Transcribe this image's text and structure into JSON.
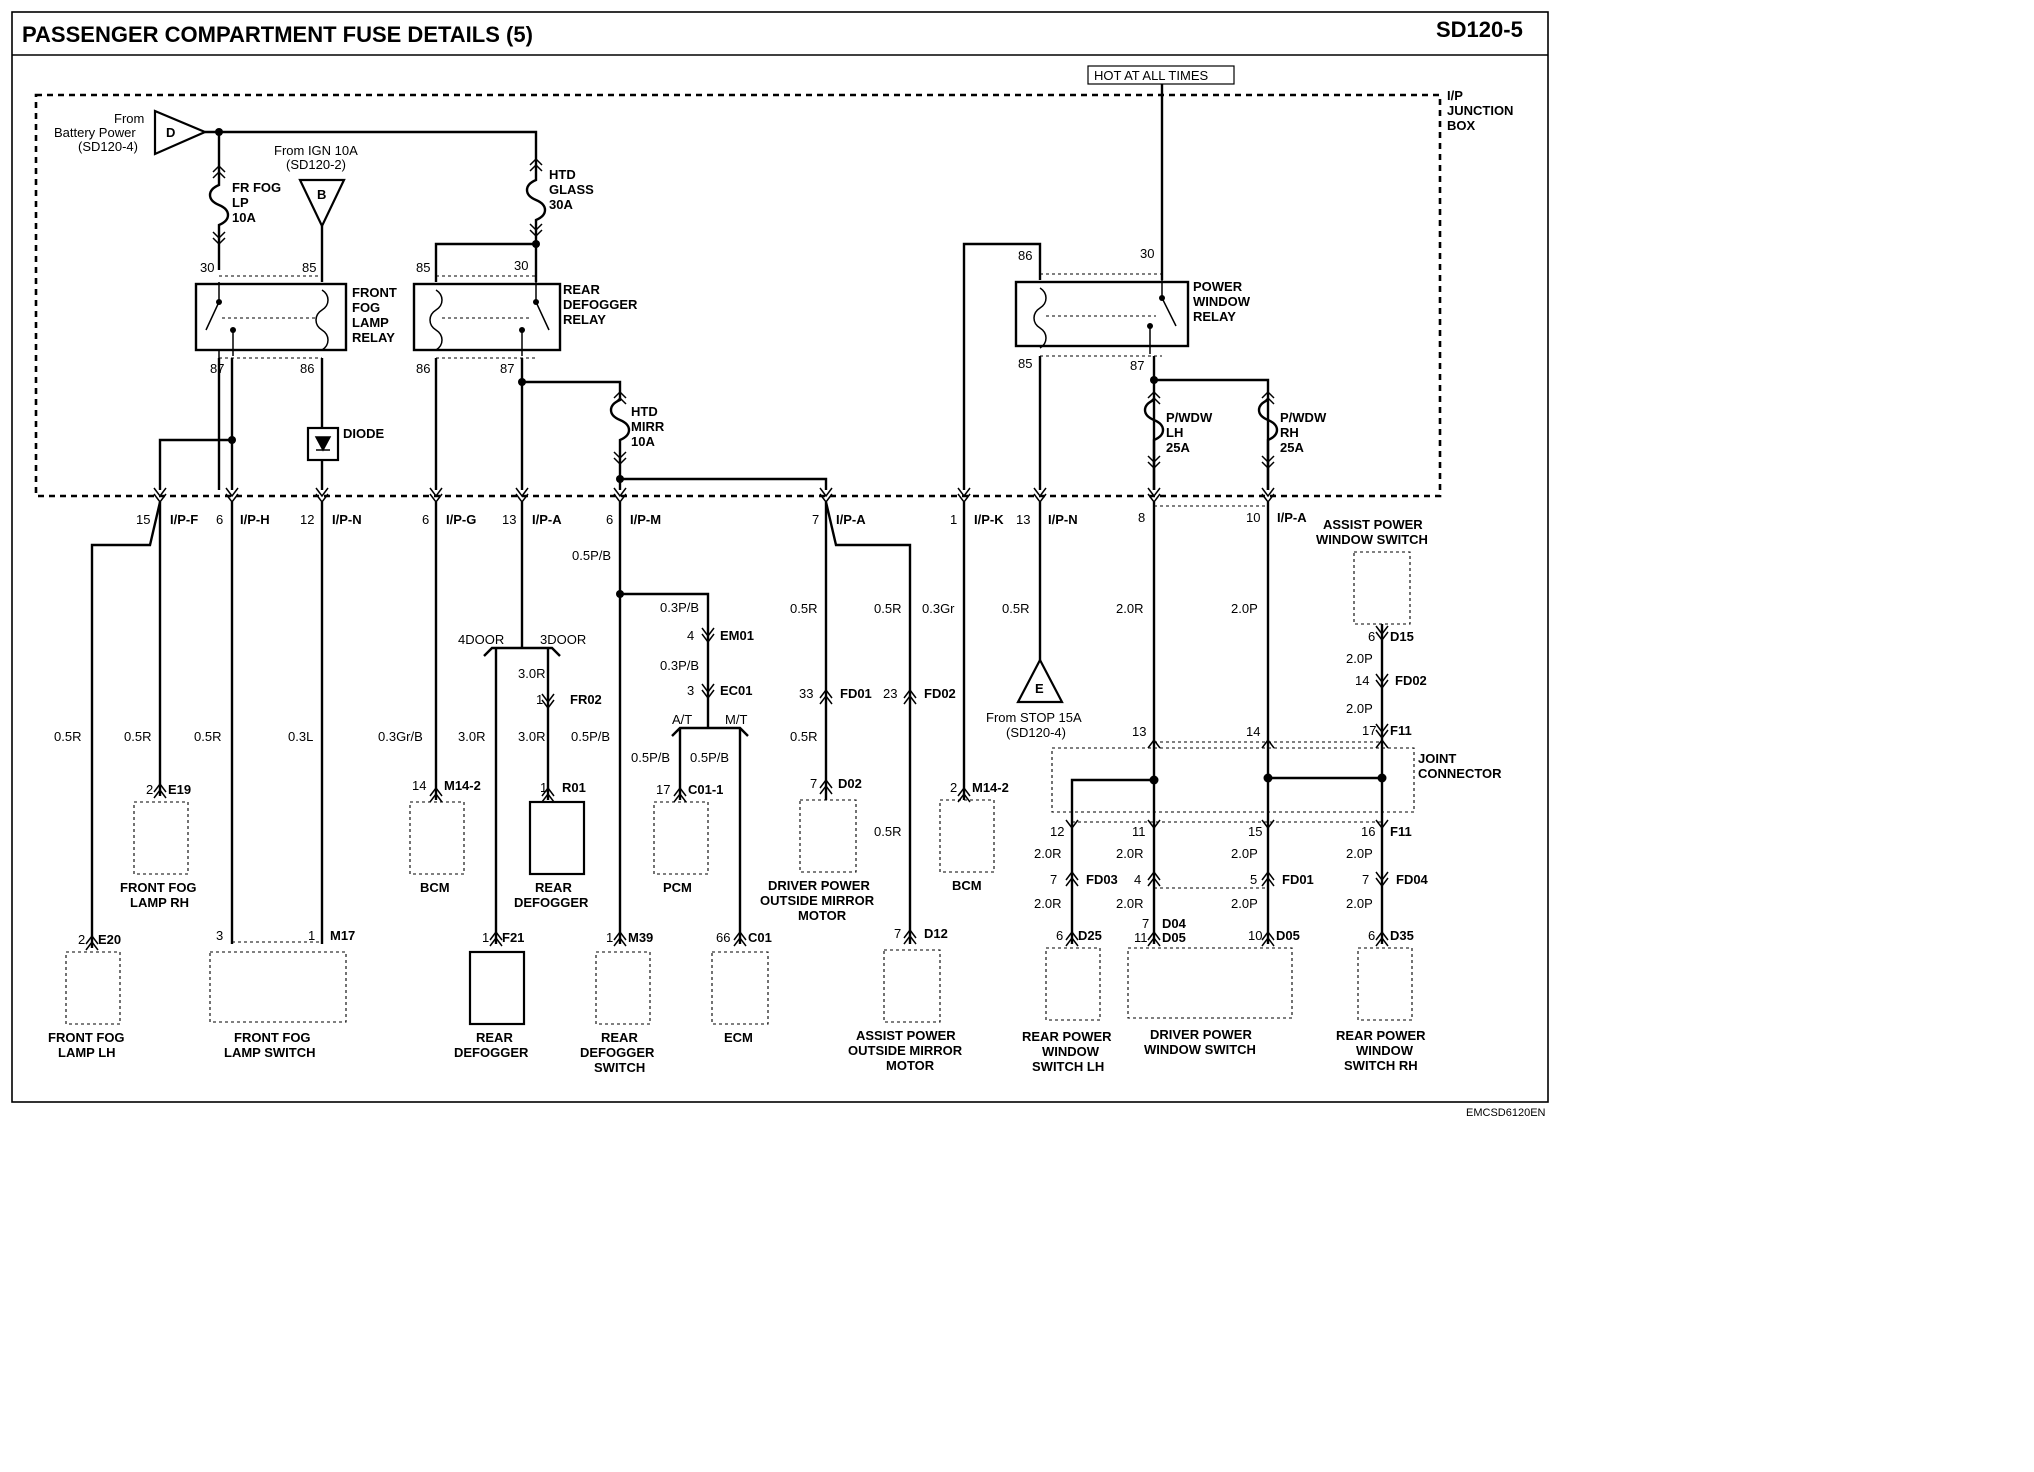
{
  "header": {
    "title": "PASSENGER COMPARTMENT FUSE DETAILS (5)",
    "code": "SD120-5",
    "footer": "EMCSD6120EN"
  },
  "tags": {
    "hot": "HOT AT ALL TIMES",
    "ip_box": [
      "I/P",
      "JUNCTION",
      "BOX"
    ],
    "joint": [
      "JOINT",
      "CONNECTOR"
    ]
  },
  "sources": {
    "D": {
      "letter": "D",
      "lines": [
        "From",
        "Battery Power",
        "(SD120-4)"
      ]
    },
    "B": {
      "letter": "B",
      "lines": [
        "From IGN 10A",
        "(SD120-2)"
      ]
    },
    "E": {
      "letter": "E",
      "lines": [
        "From STOP 15A",
        "(SD120-4)"
      ]
    }
  },
  "fuses": {
    "fog": [
      "FR FOG",
      "LP",
      "10A"
    ],
    "glass": [
      "HTD",
      "GLASS",
      "30A"
    ],
    "mirr": [
      "HTD",
      "MIRR",
      "10A"
    ],
    "lh": [
      "P/WDW",
      "LH",
      "25A"
    ],
    "rh": [
      "P/WDW",
      "RH",
      "25A"
    ]
  },
  "relays": {
    "fog": {
      "lines": [
        "FRONT",
        "FOG",
        "LAMP",
        "RELAY"
      ],
      "pins": [
        "30",
        "85",
        "87",
        "86"
      ]
    },
    "defog": {
      "lines": [
        "REAR",
        "DEFOGGER",
        "RELAY"
      ],
      "pins": [
        "85",
        "30",
        "86",
        "87"
      ]
    },
    "pwr": {
      "lines": [
        "POWER",
        "WINDOW",
        "RELAY"
      ],
      "pins": [
        "86",
        "30",
        "85",
        "87"
      ]
    }
  },
  "diode": "DIODE",
  "ip_pins": [
    {
      "num": "15",
      "name": "I/P-F"
    },
    {
      "num": "6",
      "name": "I/P-H"
    },
    {
      "num": "12",
      "name": "I/P-N"
    },
    {
      "num": "6",
      "name": "I/P-G"
    },
    {
      "num": "13",
      "name": "I/P-A"
    },
    {
      "num": "6",
      "name": "I/P-M"
    },
    {
      "num": "7",
      "name": "I/P-A"
    },
    {
      "num": "1",
      "name": "I/P-K"
    },
    {
      "num": "13",
      "name": "I/P-N"
    },
    {
      "num": "8",
      "name": ""
    },
    {
      "num": "10",
      "name": "I/P-A"
    }
  ],
  "wires": {
    "w_0_5R_a": "0.5R",
    "w_0_5R_b": "0.5R",
    "w_0_5R_c": "0.5R",
    "w_0_3L": "0.3L",
    "w_0_3GrB": "0.3Gr/B",
    "w_3_0R_a": "3.0R",
    "w_3_0R_b": "3.0R",
    "w_0_5PB_a": "0.5P/B",
    "w_0_5PB_top": "0.5P/B",
    "w_3_0R_top": "3.0R",
    "w_0_3PB_a": "0.3P/B",
    "w_0_3PB_b": "0.3P/B",
    "w_0_5PB_at": "0.5P/B",
    "w_0_5PB_mt": "0.5P/B",
    "w_0_5R_d": "0.5R",
    "w_0_5R_e": "0.5R",
    "w_0_5R_f": "0.5R",
    "w_0_5R_g": "0.5R",
    "w_0_3Gr": "0.3Gr",
    "w_0_5R_h": "0.5R",
    "w_2_0R_a": "2.0R",
    "w_2_0P_a": "2.0P",
    "w_2_0P_b": "2.0P",
    "w_2_0P_c": "2.0P",
    "w_2_0R_b": "2.0R",
    "w_2_0R_c": "2.0R",
    "w_2_0P_d": "2.0P",
    "w_2_0P_e": "2.0P",
    "w_2_0R_d": "2.0R",
    "w_2_0R_e": "2.0R",
    "w_2_0P_f": "2.0P",
    "w_2_0P_g": "2.0P"
  },
  "branches": {
    "d4": "4DOOR",
    "d3": "3DOOR",
    "at": "A/T",
    "mt": "M/T"
  },
  "connectors": {
    "em01": {
      "pin": "4",
      "name": "EM01"
    },
    "ec01": {
      "pin": "3",
      "name": "EC01"
    },
    "fr02": {
      "pin": "1",
      "name": "FR02"
    },
    "fd01": {
      "pin": "33",
      "name": "FD01"
    },
    "fd02": {
      "pin": "23",
      "name": "FD02"
    },
    "d15": {
      "pin": "6",
      "name": "D15"
    },
    "fd02r": {
      "pin": "14",
      "name": "FD02"
    },
    "f11a": {
      "pin": "17",
      "name": "F11"
    },
    "j13": {
      "pin": "13",
      "name": ""
    },
    "j14": {
      "pin": "14",
      "name": ""
    },
    "j12": {
      "pin": "12",
      "name": ""
    },
    "j11": {
      "pin": "11",
      "name": ""
    },
    "j15": {
      "pin": "15",
      "name": ""
    },
    "f11b": {
      "pin": "16",
      "name": "F11"
    },
    "fd03": {
      "pin": "7",
      "name": "FD03"
    },
    "fd01r": {
      "pin": "4",
      "name": ""
    },
    "fd01r5": {
      "pin": "5",
      "name": "FD01"
    },
    "fd04": {
      "pin": "7",
      "name": "FD04"
    }
  },
  "components": {
    "e19": {
      "pin": "2",
      "conn": "E19",
      "lines": [
        "FRONT FOG",
        "LAMP RH"
      ]
    },
    "e20": {
      "pin": "2",
      "conn": "E20",
      "lines": [
        "FRONT FOG",
        "LAMP LH"
      ]
    },
    "m17": {
      "pin3": "3",
      "pin": "1",
      "conn": "M17",
      "lines": [
        "FRONT FOG",
        "LAMP SWITCH"
      ]
    },
    "bcm1": {
      "pin": "14",
      "conn": "M14-2",
      "lines": [
        "BCM"
      ]
    },
    "f21": {
      "pin": "1",
      "conn": "F21",
      "lines": [
        "REAR",
        "DEFOGGER"
      ]
    },
    "r01": {
      "pin": "1",
      "conn": "R01",
      "lines": [
        "REAR",
        "DEFOGGER"
      ]
    },
    "m39": {
      "pin": "1",
      "conn": "M39",
      "lines": [
        "REAR",
        "DEFOGGER",
        "SWITCH"
      ]
    },
    "pcm": {
      "pin": "17",
      "conn": "C01-1",
      "lines": [
        "PCM"
      ]
    },
    "ecm": {
      "pin": "66",
      "conn": "C01",
      "lines": [
        "ECM"
      ]
    },
    "d02": {
      "pin": "7",
      "conn": "D02",
      "lines": [
        "DRIVER POWER",
        "OUTSIDE MIRROR",
        "MOTOR"
      ]
    },
    "d12": {
      "pin": "7",
      "conn": "D12",
      "lines": [
        "ASSIST POWER",
        "OUTSIDE MIRROR",
        "MOTOR"
      ]
    },
    "bcm2": {
      "pin": "2",
      "conn": "M14-2",
      "lines": [
        "BCM"
      ]
    },
    "d25": {
      "pin": "6",
      "conn": "D25",
      "lines": [
        "REAR POWER",
        "WINDOW",
        "SWITCH LH"
      ]
    },
    "d05": {
      "pin7": "7",
      "pin11": "11",
      "conn1": "D04",
      "conn2": "D05",
      "pin10": "10",
      "conn3": "D05",
      "lines": [
        "DRIVER POWER",
        "WINDOW SWITCH"
      ]
    },
    "d35": {
      "pin": "6",
      "conn": "D35",
      "lines": [
        "REAR POWER",
        "WINDOW",
        "SWITCH RH"
      ]
    },
    "assist": {
      "lines": [
        "ASSIST POWER",
        "WINDOW SWITCH"
      ]
    }
  }
}
